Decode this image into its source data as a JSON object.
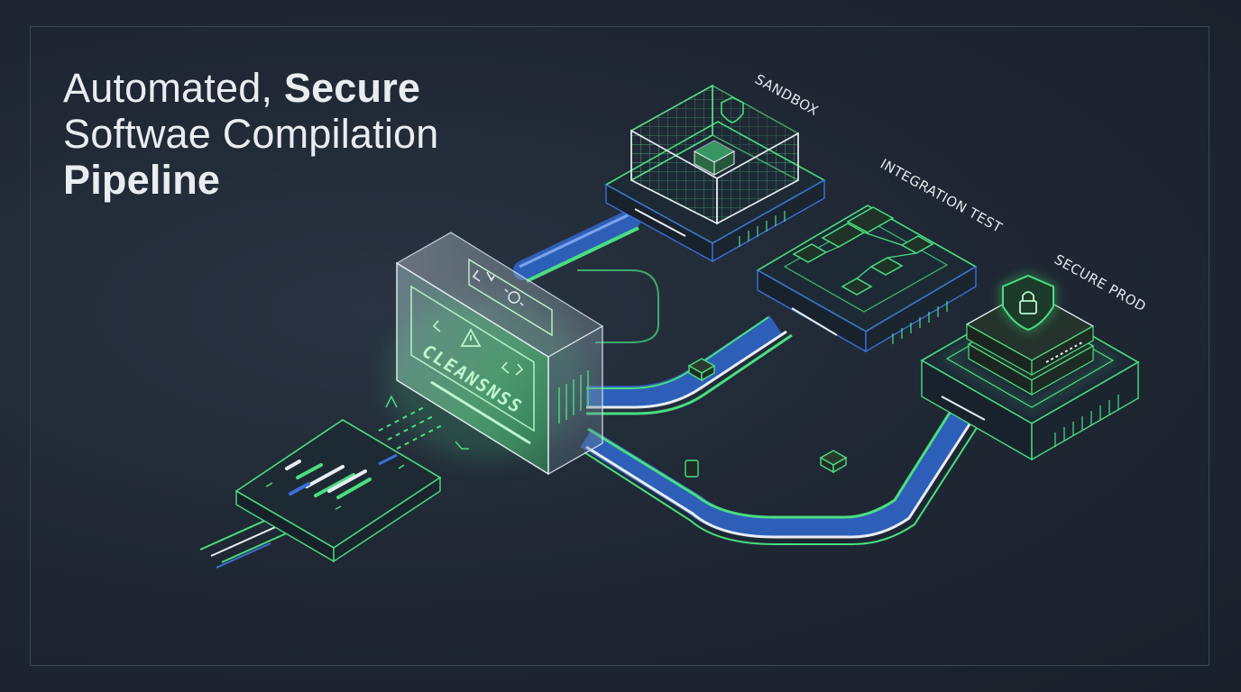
{
  "title": {
    "line1_light": "Automated, ",
    "line1_bold": "Secure",
    "line2": "Softwae Compilation",
    "line3": "Pipeline"
  },
  "stages": {
    "sandbox": "SANDBOX",
    "integration": "INTEGRATION TEST",
    "prod": "SECURE PROD"
  },
  "cleansing_box_label": "CLEANSNSS",
  "colors": {
    "background": "#1c2430",
    "accent_green": "#4ade80",
    "accent_blue": "#3b6fd8",
    "frame": "#3a4654"
  },
  "icons": [
    "code-icon",
    "bug-icon",
    "warning-icon",
    "shield-lock-icon",
    "package-icon",
    "lock-icon"
  ]
}
